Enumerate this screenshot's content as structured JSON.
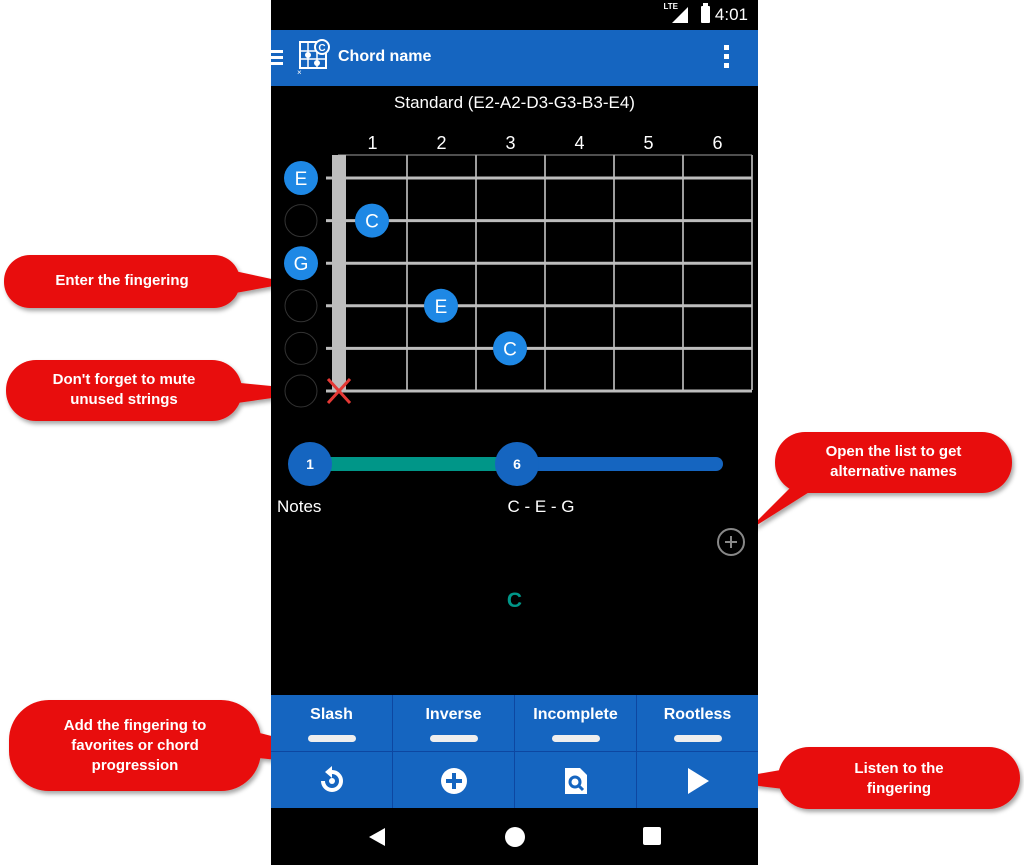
{
  "status_bar": {
    "network": "LTE",
    "time": "4:01"
  },
  "app_bar": {
    "title": "Chord name",
    "menu_icon": "hamburger-menu-icon",
    "app_icon": "chord-diagram-icon",
    "more_icon": "more-vert-icon"
  },
  "tuning": "Standard (E2-A2-D3-G3-B3-E4)",
  "fretboard": {
    "fret_numbers": [
      "1",
      "2",
      "3",
      "4",
      "5",
      "6"
    ],
    "strings": [
      {
        "open_note": "E",
        "fret": 0
      },
      {
        "open_note": "",
        "fret": 1,
        "note": "C"
      },
      {
        "open_note": "G",
        "fret": 0
      },
      {
        "open_note": "",
        "fret": 2,
        "note": "E"
      },
      {
        "open_note": "",
        "fret": 3,
        "note": "C"
      },
      {
        "open_note": "",
        "muted": true
      }
    ],
    "colors": {
      "note": "#1e88e5",
      "mute": "#e53935"
    }
  },
  "slider": {
    "min_label": "1",
    "max_label": "6",
    "value_fraction": 0.5,
    "track_active": "#009688",
    "track_inactive": "#1565c0"
  },
  "notes": {
    "label": "Notes",
    "value": "C - E - G"
  },
  "chord": {
    "name": "C"
  },
  "filters": [
    "Slash",
    "Inverse",
    "Incomplete",
    "Rootless"
  ],
  "toolbar": [
    "undo-icon",
    "add-circle-icon",
    "search-document-icon",
    "play-icon"
  ],
  "nav_bar": [
    "back-icon",
    "home-icon",
    "recents-icon"
  ],
  "callouts": {
    "fingering": "Enter the fingering",
    "mute": [
      "Don't forget to mute",
      "unused strings"
    ],
    "alt_names": [
      "Open the list to get",
      "alternative names"
    ],
    "add": [
      "Add the fingering to",
      "favorites or chord",
      "progression"
    ],
    "listen": [
      "Listen to the",
      "fingering"
    ]
  }
}
